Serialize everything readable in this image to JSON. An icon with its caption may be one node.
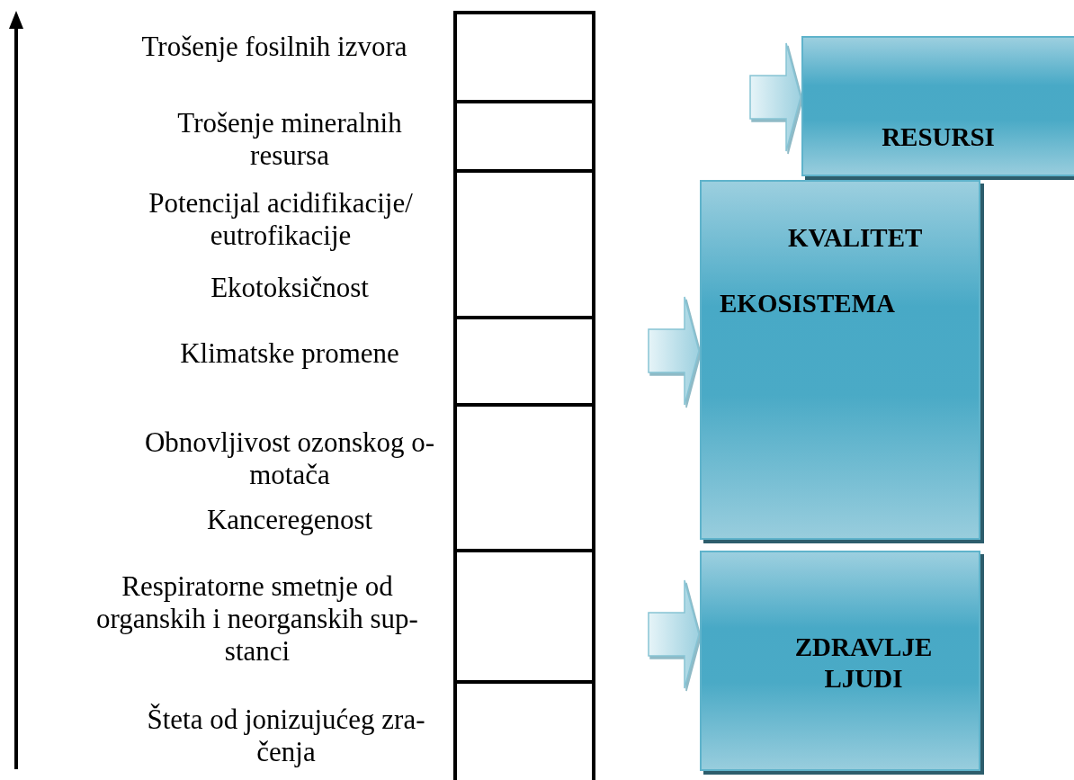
{
  "diagram": {
    "nodes": [
      {
        "text": [],
        "shape": "box"
      },
      {
        "text": [],
        "shape": "box"
      },
      {
        "text": [],
        "shape": "box"
      },
      {
        "text": [],
        "shape": "box"
      },
      {
        "text": [],
        "shape": "box"
      },
      {
        "text": [],
        "shape": "box"
      },
      {
        "text": [],
        "shape": "box"
      },
      {
        "text": [
          "RESURSI"
        ]
      },
      {
        "text": [
          "KVALITET",
          "EKOSISTEMA"
        ]
      },
      {
        "text": [
          "ZDRAVLJE LJUDI"
        ]
      }
    ],
    "edges": [
      {
        "from": null,
        "to": 7,
        "arrow": "to"
      },
      {
        "from": null,
        "to": 8,
        "arrow": "to"
      },
      {
        "from": null,
        "to": 9,
        "arrow": "to"
      }
    ],
    "labels": [
      "Trošenje fosilnih izvora",
      "Trošenje mineralnih resursa",
      "Potencijal acidifikacije/ eutrofikacije",
      "Ekotoksičnost",
      "Klimatske promene",
      "Obnovljivost ozonskog o- motača",
      "Kanceregenost",
      "Respiratorne smetnje od organskih i neorganskih sup- stanci",
      "Šteta od jonizujućeg zra- čenja"
    ]
  }
}
